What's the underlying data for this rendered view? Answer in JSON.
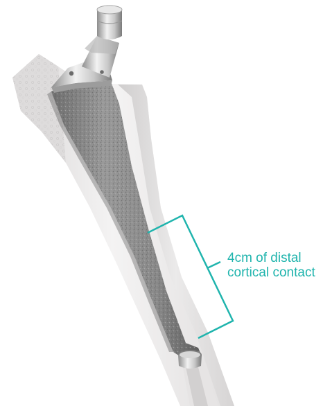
{
  "callout": {
    "line1": "4cm of distal",
    "line2": "cortical contact",
    "color": "#1fb4ad"
  },
  "illustration": {
    "subject": "femoral-stem-implant-in-bone",
    "bone_color": "#eceaea",
    "implant_color": "#8c8c8c"
  }
}
